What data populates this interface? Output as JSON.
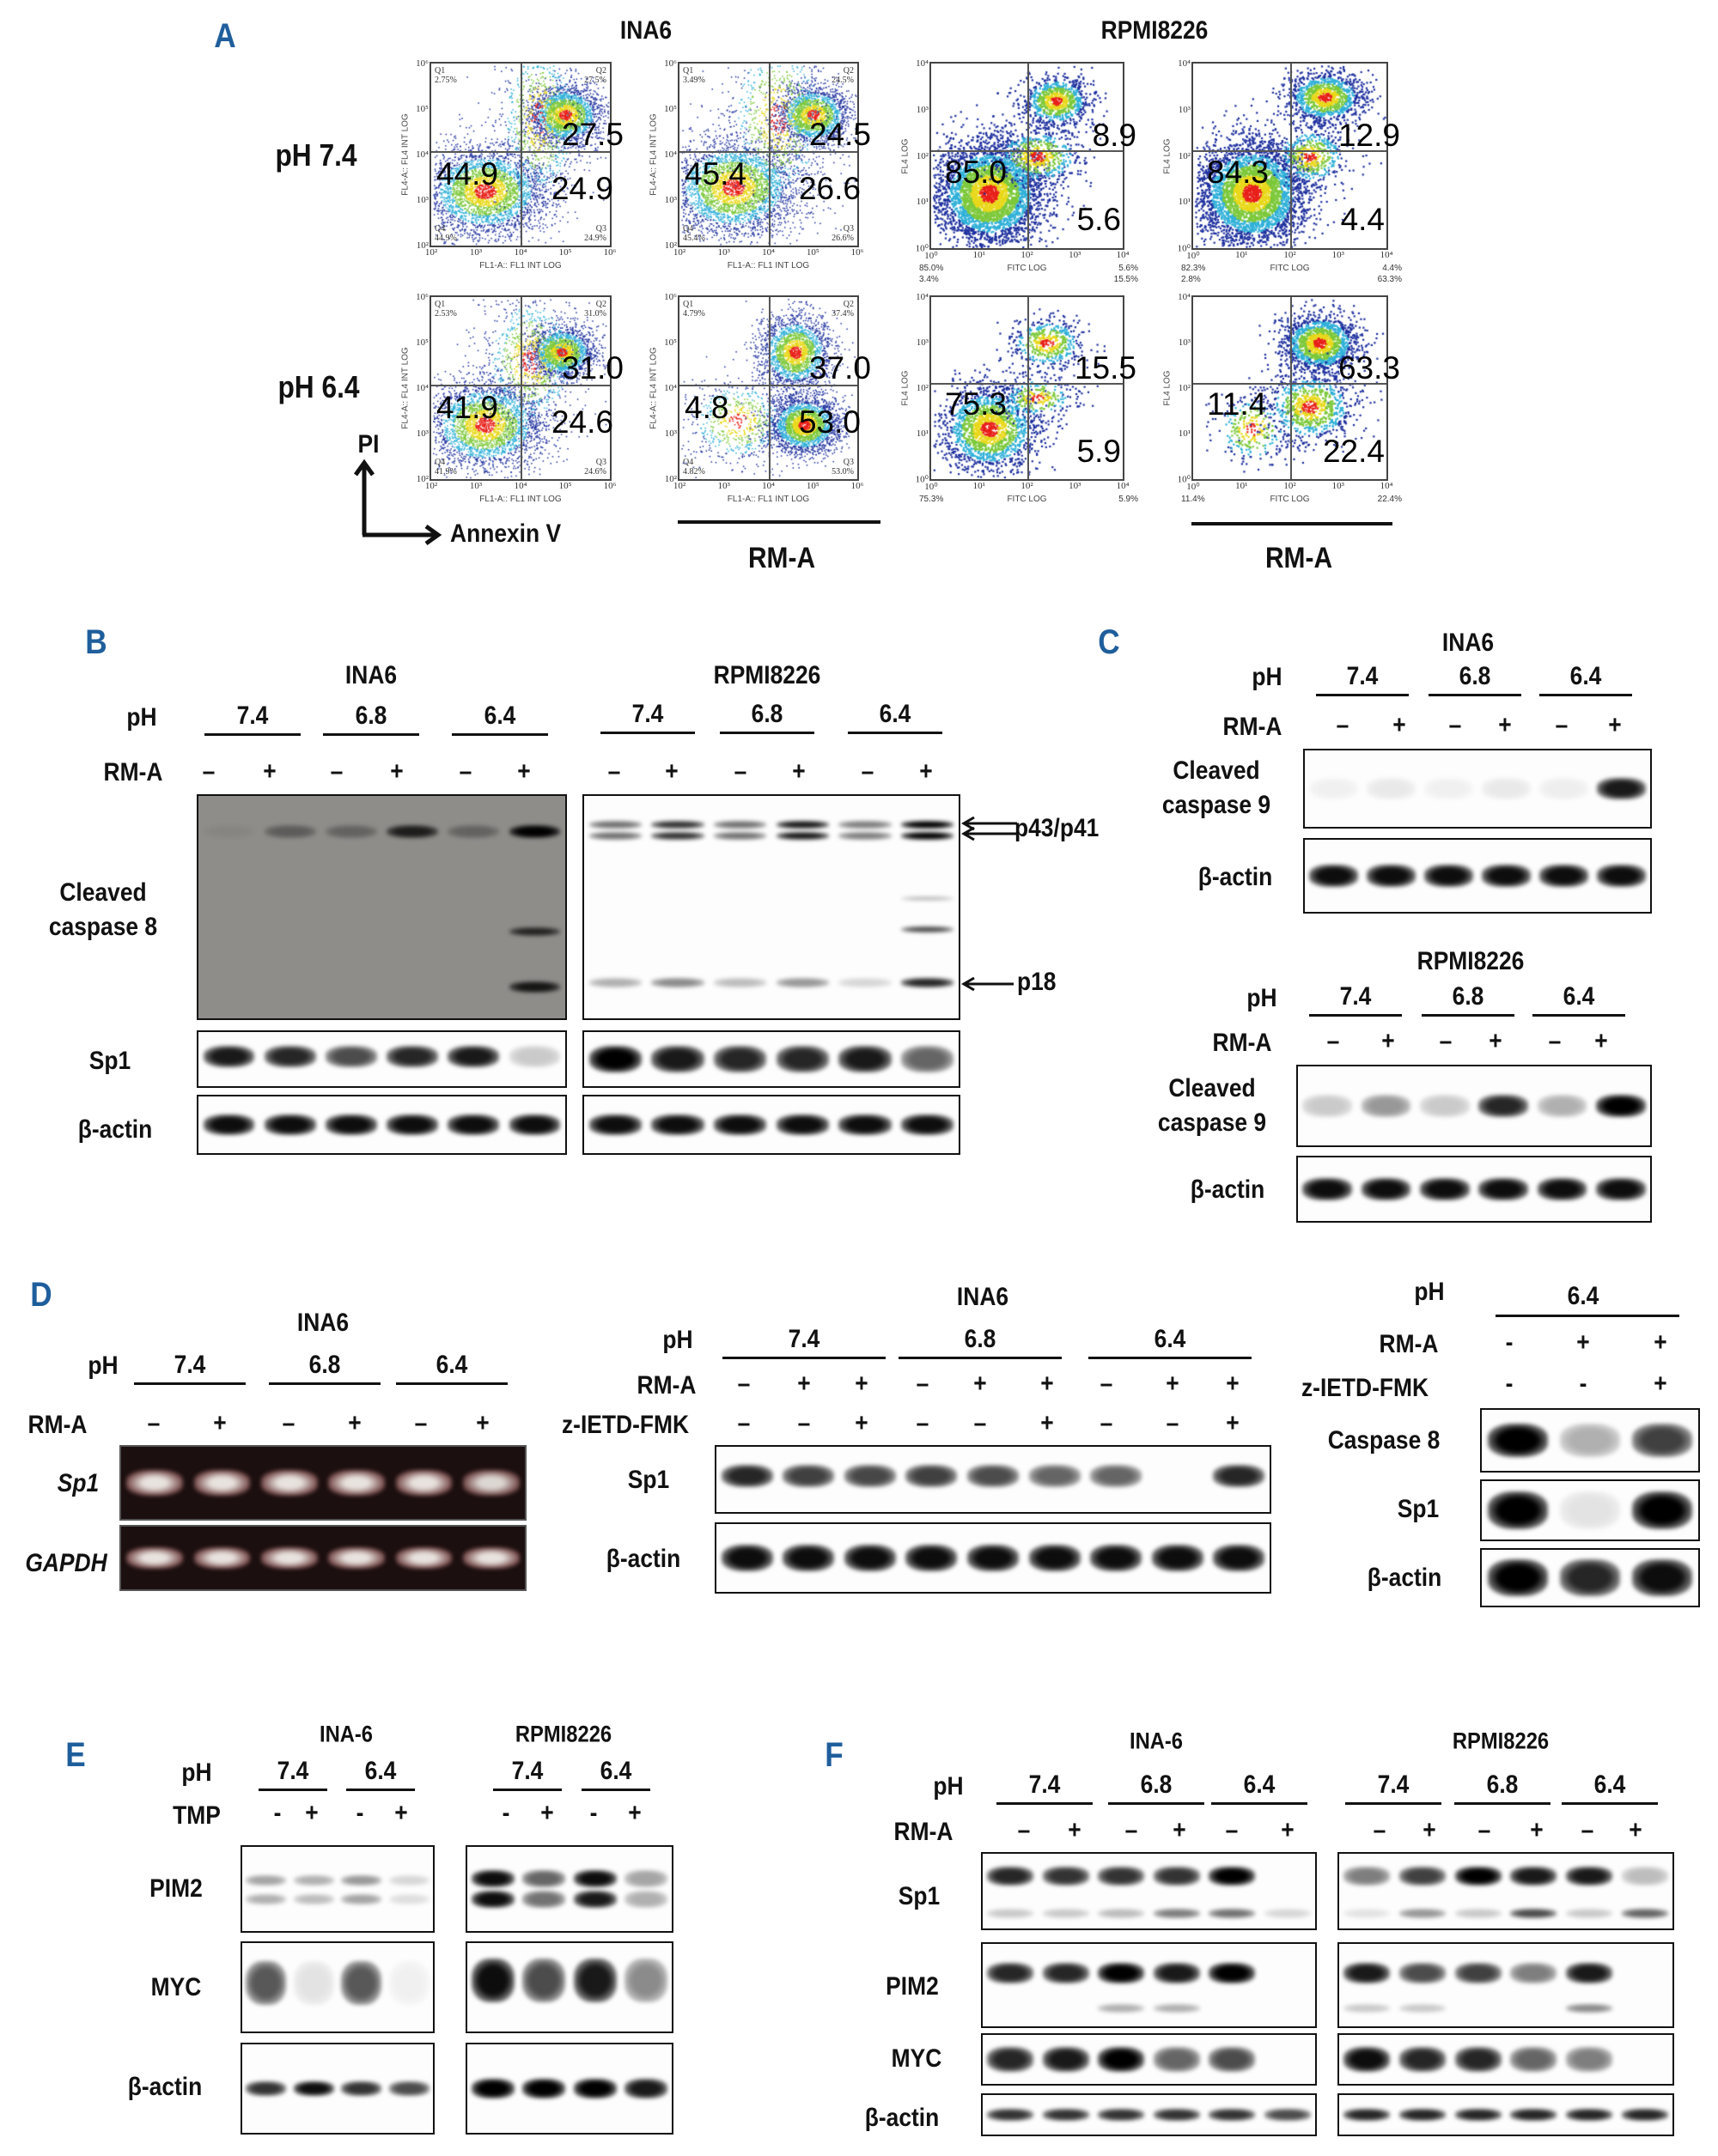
{
  "A": {
    "letter": "A",
    "ina6_title": "INA6",
    "rpmi_title": "RPMI8226",
    "row_labels": [
      "pH 7.4",
      "pH 6.4"
    ],
    "axis_y_label": "PI",
    "axis_x_label": "Annexin V",
    "rma_labels": [
      "RM-A",
      "RM-A"
    ],
    "axes": {
      "ina": {
        "x_title": "FL1-A:: FL1 INT LOG",
        "y_title": "FL4-A:: FL4 INT LOG",
        "x_ticks": [
          "10²",
          "10³",
          "10⁴",
          "10⁵",
          "10⁶"
        ],
        "y_ticks": [
          "10⁶",
          "10⁵",
          "10⁴",
          "10³",
          "10²"
        ]
      },
      "rpmi": {
        "x_title": "FITC LOG",
        "y_title": "FL4 LOG",
        "x_ticks": [
          "10⁰",
          "10¹",
          "10²",
          "10³",
          "10⁴"
        ],
        "y_ticks": [
          "10⁴",
          "10³",
          "10²",
          "10¹",
          "10⁰"
        ]
      }
    },
    "plots": [
      {
        "type": "ina",
        "q": [
          "Q1",
          "Q2",
          "Q3",
          "Q4"
        ],
        "pct": [
          "2.75%",
          "27.5%",
          "24.9%",
          "44.9%"
        ],
        "big": {
          "left": "44.9",
          "ur": "27.5",
          "lr": "24.9"
        }
      },
      {
        "type": "ina",
        "q": [
          "Q1",
          "Q2",
          "Q3",
          "Q4"
        ],
        "pct": [
          "3.49%",
          "24.5%",
          "26.6%",
          "45.4%"
        ],
        "big": {
          "left": "45.4",
          "ur": "24.5",
          "lr": "26.6"
        }
      },
      {
        "type": "rpmi",
        "big": {
          "left": "85.0",
          "ur": "8.9",
          "lr": "5.6"
        },
        "corner_left": [
          "85.0%",
          "3.4%"
        ],
        "corner_right": [
          "5.6%",
          "15.5%"
        ]
      },
      {
        "type": "rpmi",
        "big": {
          "left": "84.3",
          "ur": "12.9",
          "lr": "4.4"
        },
        "corner_left": [
          "82.3%",
          "2.8%"
        ],
        "corner_right": [
          "4.4%",
          "63.3%"
        ]
      },
      {
        "type": "ina",
        "q": [
          "Q1",
          "Q2",
          "Q3",
          "Q4"
        ],
        "pct": [
          "2.53%",
          "31.0%",
          "24.6%",
          "41.9%"
        ],
        "big": {
          "left": "41.9",
          "ur": "31.0",
          "lr": "24.6"
        }
      },
      {
        "type": "ina",
        "q": [
          "Q1",
          "Q2",
          "Q3",
          "Q4"
        ],
        "pct": [
          "4.79%",
          "37.4%",
          "53.0%",
          "4.82%"
        ],
        "big": {
          "left": "4.8",
          "ur": "37.0",
          "lr": "53.0"
        }
      },
      {
        "type": "rpmi",
        "big": {
          "left": "75.3",
          "ur": "15.5",
          "lr": "5.9"
        },
        "corner_left": [
          "75.3%"
        ],
        "corner_right": [
          "5.9%"
        ]
      },
      {
        "type": "rpmi",
        "big": {
          "left": "11.4",
          "ur": "63.3",
          "lr": "22.4"
        },
        "corner_left": [
          "11.4%"
        ],
        "corner_right": [
          "22.4%"
        ]
      }
    ]
  },
  "B": {
    "letter": "B",
    "ina6_title": "INA6",
    "rpmi_title": "RPMI8226",
    "ph_label": "pH",
    "rma_label": "RM-A",
    "ph_values": [
      "7.4",
      "6.8",
      "6.4"
    ],
    "rma": [
      "–",
      "+",
      "–",
      "+",
      "–",
      "+"
    ],
    "row_labels": {
      "casp8_line1": "Cleaved",
      "casp8_line2": "caspase 8",
      "sp1": "Sp1",
      "actin": "β-actin"
    },
    "markers": {
      "p43": "p43/p41",
      "p18": "p18"
    },
    "blots": {
      "ina_casp8": {
        "bands": [
          [
            0.05,
            0.35,
            0.3,
            0.8,
            0.3,
            1.0
          ],
          [
            0,
            0,
            0,
            0,
            0,
            0.75
          ],
          [
            0,
            0,
            0,
            0,
            0,
            0.85
          ]
        ]
      },
      "rpmi_casp8": {
        "bands": [
          [
            0.55,
            0.8,
            0.55,
            0.9,
            0.5,
            1.0
          ],
          [
            0.55,
            0.8,
            0.55,
            0.9,
            0.5,
            1.0
          ],
          [
            0,
            0,
            0,
            0,
            0,
            0.25
          ],
          [
            0,
            0,
            0,
            0,
            0,
            0.7
          ],
          [
            0.3,
            0.45,
            0.25,
            0.4,
            0.15,
            0.85
          ]
        ]
      },
      "ina_sp1": {
        "bands": [
          [
            0.9,
            0.85,
            0.7,
            0.85,
            0.9,
            0.2
          ]
        ]
      },
      "rpmi_sp1": {
        "bands": [
          [
            1.0,
            0.9,
            0.85,
            0.85,
            0.9,
            0.6
          ]
        ]
      },
      "ina_actin": {
        "bands": [
          [
            0.95,
            0.95,
            0.95,
            0.95,
            0.95,
            0.95
          ]
        ]
      },
      "rpmi_actin": {
        "bands": [
          [
            0.95,
            0.95,
            0.95,
            0.95,
            0.95,
            0.95
          ]
        ]
      }
    }
  },
  "C": {
    "letter": "C",
    "ina6_title": "INA6",
    "rpmi_title": "RPMI8226",
    "ph_label": "pH",
    "rma_label": "RM-A",
    "ph_values": [
      "7.4",
      "6.8",
      "6.4"
    ],
    "rma": [
      "–",
      "+",
      "–",
      "+",
      "–",
      "+"
    ],
    "row_labels": {
      "casp9_line1": "Cleaved",
      "casp9_line2": "caspase 9",
      "actin": "β-actin"
    },
    "blots": {
      "ina_casp9": {
        "bands": [
          [
            0.05,
            0.08,
            0.05,
            0.08,
            0.06,
            0.9
          ]
        ]
      },
      "ina_actin": {
        "bands": [
          [
            0.95,
            0.95,
            0.95,
            0.95,
            0.95,
            0.95
          ]
        ]
      },
      "rpmi_casp9": {
        "bands": [
          [
            0.2,
            0.4,
            0.2,
            0.85,
            0.3,
            1.0
          ]
        ]
      },
      "rpmi_actin": {
        "bands": [
          [
            0.95,
            0.95,
            0.95,
            0.95,
            0.95,
            0.95
          ]
        ]
      }
    }
  },
  "D": {
    "letter": "D",
    "left": {
      "title": "INA6",
      "ph_label": "pH",
      "rma_label": "RM-A",
      "ph_values": [
        "7.4",
        "6.8",
        "6.4"
      ],
      "rma": [
        "–",
        "+",
        "–",
        "+",
        "–",
        "+"
      ],
      "row_labels": {
        "sp1": "Sp1",
        "gapdh": "GAPDH"
      },
      "blots": {
        "sp1": {
          "bands": [
            [
              0.9,
              0.9,
              0.9,
              0.9,
              0.9,
              0.85
            ]
          ]
        },
        "gapdh": {
          "bands": [
            [
              0.9,
              0.9,
              0.9,
              0.9,
              0.9,
              0.9
            ]
          ]
        }
      }
    },
    "middle": {
      "title": "INA6",
      "ph_label": "pH",
      "rma_label": "RM-A",
      "inhibitor_label": "z-IETD-FMK",
      "ph_values": [
        "7.4",
        "6.8",
        "6.4"
      ],
      "rma": [
        "–",
        "+",
        "+",
        "–",
        "+",
        "+",
        "–",
        "+",
        "+"
      ],
      "inhibitor": [
        "–",
        "–",
        "+",
        "–",
        "–",
        "+",
        "–",
        "–",
        "+"
      ],
      "row_labels": {
        "sp1": "Sp1",
        "actin": "β-actin"
      },
      "blots": {
        "sp1": {
          "bands": [
            [
              0.85,
              0.75,
              0.72,
              0.75,
              0.7,
              0.6,
              0.6,
              0,
              0.85
            ]
          ]
        },
        "actin": {
          "bands": [
            [
              0.95,
              0.95,
              0.95,
              0.95,
              0.95,
              0.95,
              0.95,
              0.95,
              0.95
            ]
          ]
        }
      }
    },
    "right": {
      "ph_label": "pH",
      "ph_value": "6.4",
      "rma_label": "RM-A",
      "inhibitor_label": "z-IETD-FMK",
      "rma": [
        "-",
        "+",
        "+"
      ],
      "inhibitor": [
        "-",
        "-",
        "+"
      ],
      "row_labels": {
        "casp8": "Caspase 8",
        "sp1": "Sp1",
        "actin": "β-actin"
      },
      "blots": {
        "casp8": {
          "bands": [
            [
              1.0,
              0.3,
              0.75
            ]
          ]
        },
        "sp1": {
          "bands": [
            [
              1.0,
              0.1,
              1.0
            ]
          ]
        },
        "actin": {
          "bands": [
            [
              1.0,
              0.85,
              0.95
            ]
          ]
        }
      }
    }
  },
  "E": {
    "letter": "E",
    "ina6_title": "INA-6",
    "rpmi_title": "RPMI8226",
    "ph_label": "pH",
    "tmp_label": "TMP",
    "ph_values": [
      "7.4",
      "6.4"
    ],
    "tmp": [
      "-",
      "+",
      "-",
      "+"
    ],
    "row_labels": {
      "pim2": "PIM2",
      "myc": "MYC",
      "actin": "β-actin"
    },
    "blots": {
      "ina_pim2": {
        "bands": [
          [
            0.35,
            0.3,
            0.4,
            0.15
          ],
          [
            0.3,
            0.25,
            0.35,
            0.12
          ]
        ]
      },
      "ina_myc": {
        "bands": [
          [
            0.65,
            0.1,
            0.65,
            0.05
          ]
        ]
      },
      "ina_actin": {
        "bands": [
          [
            0.8,
            0.95,
            0.8,
            0.7
          ]
        ]
      },
      "rpmi_pim2": {
        "bands": [
          [
            0.95,
            0.6,
            0.95,
            0.35
          ],
          [
            0.95,
            0.55,
            0.9,
            0.3
          ]
        ]
      },
      "rpmi_myc": {
        "bands": [
          [
            0.95,
            0.7,
            0.9,
            0.45
          ]
        ]
      },
      "rpmi_actin": {
        "bands": [
          [
            1.0,
            1.0,
            1.0,
            0.9
          ]
        ]
      }
    }
  },
  "F": {
    "letter": "F",
    "ina6_title": "INA-6",
    "rpmi_title": "RPMI8226",
    "ph_label": "pH",
    "rma_label": "RM-A",
    "ph_values": [
      "7.4",
      "6.8",
      "6.4"
    ],
    "rma": [
      "–",
      "+",
      "–",
      "+",
      "–",
      "+"
    ],
    "row_labels": {
      "sp1": "Sp1",
      "pim2": "PIM2",
      "myc": "MYC",
      "actin": "β-actin"
    },
    "blots": {
      "ina_sp1": {
        "bands": [
          [
            0.85,
            0.8,
            0.8,
            0.8,
            1.0,
            0
          ],
          [
            0.2,
            0.2,
            0.25,
            0.5,
            0.55,
            0.15
          ]
        ]
      },
      "ina_pim2": {
        "bands": [
          [
            0.85,
            0.85,
            1.0,
            0.9,
            1.0,
            0
          ],
          [
            0,
            0,
            0.3,
            0.3,
            0,
            0
          ]
        ]
      },
      "ina_myc": {
        "bands": [
          [
            0.85,
            0.9,
            1.0,
            0.6,
            0.7,
            0
          ]
        ]
      },
      "ina_actin": {
        "bands": [
          [
            0.8,
            0.8,
            0.8,
            0.8,
            0.8,
            0.7
          ]
        ]
      },
      "rpmi_sp1": {
        "bands": [
          [
            0.5,
            0.75,
            1.0,
            0.9,
            0.9,
            0.25
          ],
          [
            0.1,
            0.4,
            0.2,
            0.7,
            0.2,
            0.6
          ]
        ]
      },
      "rpmi_pim2": {
        "bands": [
          [
            0.9,
            0.7,
            0.75,
            0.5,
            0.9,
            0
          ],
          [
            0.2,
            0.2,
            0,
            0,
            0.45,
            0
          ]
        ]
      },
      "rpmi_myc": {
        "bands": [
          [
            0.95,
            0.85,
            0.85,
            0.6,
            0.5,
            0
          ]
        ]
      },
      "rpmi_actin": {
        "bands": [
          [
            0.85,
            0.85,
            0.85,
            0.85,
            0.85,
            0.85
          ]
        ]
      }
    }
  },
  "colors": {
    "panel_letter": "#1f5e9c",
    "blot_gray_bg": "#8e8d8a",
    "gel_bg": "#1c0f0f"
  }
}
